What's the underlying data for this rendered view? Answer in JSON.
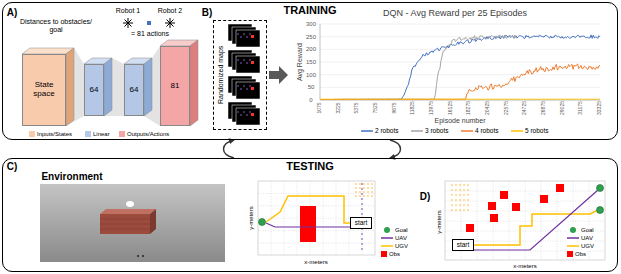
{
  "diagram": {
    "nodes": [
      {
        "text": [
          "TRAINING"
        ]
      },
      {
        "text": [
          "State space"
        ],
        "in": 0
      },
      {
        "text": [
          "64"
        ],
        "in": 0
      },
      {
        "text": [
          "64"
        ],
        "in": 0
      },
      {
        "text": [
          "81"
        ],
        "in": 0
      },
      {
        "text": [
          "Randomized maps"
        ],
        "in": 0
      },
      {
        "text": [
          "TESTING"
        ]
      },
      {
        "text": [
          "start"
        ],
        "in": 6
      },
      {
        "text": [
          "start"
        ],
        "in": 6
      }
    ],
    "edges": [
      {
        "from": 6,
        "to": 0,
        "arrow": "to"
      },
      {
        "from": 0,
        "to": 6,
        "arrow": "to"
      }
    ],
    "labels": [
      "A)",
      "Distances to obstacles/ goal",
      "Robot 1",
      "Robot 2",
      "= 81 actions",
      "B)",
      "DQN - Avg Reward per 25 Episodes",
      "Avg Reward",
      "Episode number",
      "0",
      "50",
      "100",
      "150",
      "200",
      "250",
      "300",
      "1075",
      "3225",
      "5375",
      "7525",
      "9675",
      "11825",
      "13975",
      "16125",
      "18275",
      "20425",
      "22575",
      "24725",
      "26875",
      "29025",
      "31175",
      "33325",
      "C)",
      "Environment",
      "x-meters",
      "y-meters",
      "D)",
      "x-meters",
      "y-meters"
    ],
    "legend": [
      {
        "text": "Inputs/States",
        "color": "#f8cbad"
      },
      {
        "text": "Linear",
        "color": "#b4c7e7"
      },
      {
        "text": "Outputs/Actions",
        "color": "#f4a6a6"
      },
      {
        "text": "2 robots"
      },
      {
        "text": "3 robots"
      },
      {
        "text": "4 robots"
      },
      {
        "text": "5 robots"
      },
      {
        "text": "Goal"
      },
      {
        "text": "UAV"
      },
      {
        "text": "UGV"
      },
      {
        "text": "Obs",
        "color": "#ff0000"
      },
      {
        "text": "Goal"
      },
      {
        "text": "UAV"
      },
      {
        "text": "UGV"
      },
      {
        "text": "Obs",
        "color": "#ff0000"
      }
    ]
  }
}
